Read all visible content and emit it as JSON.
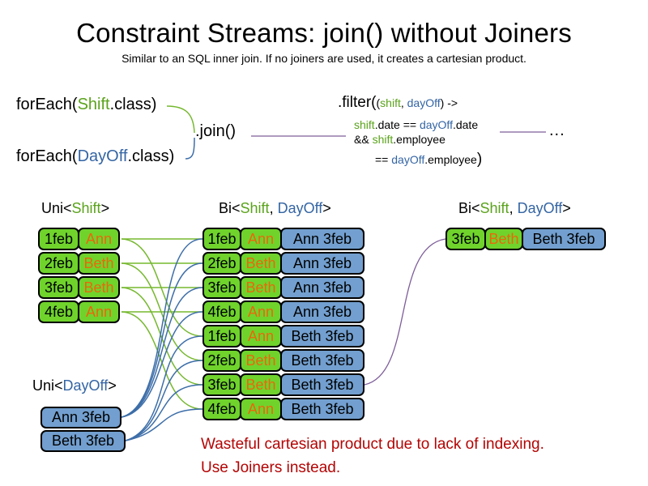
{
  "title": "Constraint Streams: join() without Joiners",
  "subtitle": "Similar to an SQL inner join. If no joiners are used, it creates a cartesian product.",
  "code": {
    "foreach_shift": {
      "prefix": "forEach(",
      "class_name": "Shift",
      "suffix": ".class)"
    },
    "foreach_dayoff": {
      "prefix": "forEach(",
      "class_name": "DayOff",
      "suffix": ".class)"
    },
    "join_label": ".join()",
    "ellipsis": "...",
    "filter": {
      "method": ".filter(",
      "args_open": "(",
      "arg_shift": "shift",
      "arg_sep": ", ",
      "arg_dayoff": "dayOff",
      "args_close": ") ->",
      "l2_shift": "shift",
      "l2_mid": ".date == ",
      "l2_dayoff": "dayOff",
      "l2_end": ".date",
      "l3_pre": "&& ",
      "l3_shift": "shift",
      "l3_end": ".employee",
      "l4_pre": "== ",
      "l4_dayoff": "dayOff",
      "l4_end": ".employee",
      "l4_paren": ")"
    }
  },
  "labels": {
    "uni_shift": {
      "pre": "Uni<",
      "type1": "Shift",
      "post": ">"
    },
    "bi_mid": {
      "pre": "Bi<",
      "type1": "Shift",
      "sep": ", ",
      "type2": "DayOff",
      "post": ">"
    },
    "bi_right": {
      "pre": "Bi<",
      "type1": "Shift",
      "sep": ", ",
      "type2": "DayOff",
      "post": ">"
    },
    "uni_dayoff": {
      "pre": "Uni<",
      "type2": "DayOff",
      "post": ">"
    }
  },
  "uni_shift_rows": [
    {
      "date": "1feb",
      "employee": "Ann"
    },
    {
      "date": "2feb",
      "employee": "Beth"
    },
    {
      "date": "3feb",
      "employee": "Beth"
    },
    {
      "date": "4feb",
      "employee": "Ann"
    }
  ],
  "bi_rows": [
    {
      "date": "1feb",
      "employee": "Ann",
      "dayoff": "Ann 3feb"
    },
    {
      "date": "2feb",
      "employee": "Beth",
      "dayoff": "Ann 3feb"
    },
    {
      "date": "3feb",
      "employee": "Beth",
      "dayoff": "Ann 3feb"
    },
    {
      "date": "4feb",
      "employee": "Ann",
      "dayoff": "Ann 3feb"
    },
    {
      "date": "1feb",
      "employee": "Ann",
      "dayoff": "Beth 3feb"
    },
    {
      "date": "2feb",
      "employee": "Beth",
      "dayoff": "Beth 3feb"
    },
    {
      "date": "3feb",
      "employee": "Beth",
      "dayoff": "Beth 3feb"
    },
    {
      "date": "4feb",
      "employee": "Ann",
      "dayoff": "Beth 3feb"
    }
  ],
  "bi_right_row": {
    "date": "3feb",
    "employee": "Beth",
    "dayoff": "Beth 3feb"
  },
  "uni_dayoff_rows": [
    {
      "value": "Ann 3feb"
    },
    {
      "value": "Beth 3feb"
    }
  ],
  "caption": {
    "line1": "Wasteful cartesian product due to lack of indexing.",
    "line2": "Use Joiners instead."
  },
  "colors": {
    "green_fill": "#6fd32c",
    "blue_fill": "#729fcf",
    "green_text": "#5aa31b",
    "blue_text": "#3465a4",
    "orange_text": "#e8690b",
    "red_text": "#b40404",
    "purple_line": "#7d5d99",
    "green_line": "#76b82f",
    "blue_line": "#3d6ea8"
  }
}
